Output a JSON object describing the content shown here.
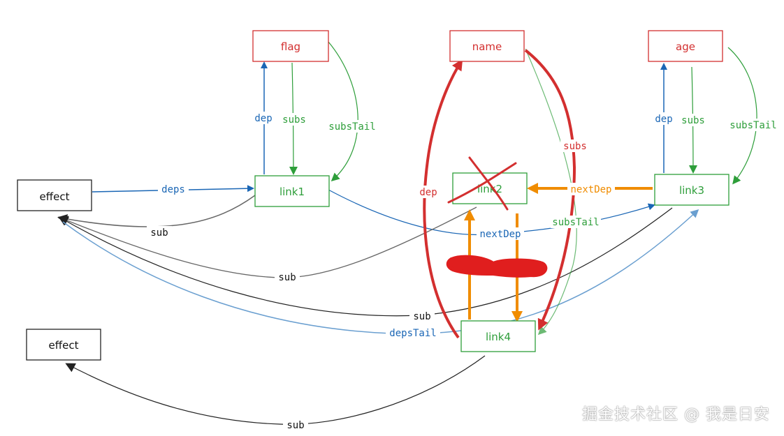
{
  "colors": {
    "red": "#d32f2f",
    "green": "#2e9e3a",
    "blue": "#1a66b5",
    "orange": "#f08c00",
    "black": "#222222",
    "gray": "#666666",
    "lightblue": "#6a9fd0"
  },
  "nodes": {
    "flag": "flag",
    "name": "name",
    "age": "age",
    "effect_top": "effect",
    "effect_bottom": "effect",
    "link1": "link1",
    "link2": "link2",
    "link3": "link3",
    "link4": "link4"
  },
  "edge_labels": {
    "deps": "deps",
    "dep_link1": "dep",
    "subs_flag": "subs",
    "subsTail_flag": "subsTail",
    "dep_link3": "dep",
    "subs_age": "subs",
    "subsTail_age": "subsTail",
    "sub_link1": "sub",
    "sub_link2": "sub",
    "sub_link3": "sub",
    "nextDep_link1": "nextDep",
    "nextDep_link3": "nextDep",
    "dep_link4": "dep",
    "subs_name": "subs",
    "subsTail_name": "subsTail",
    "depsTail": "depsTail",
    "sub_link4": "sub"
  },
  "watermark": "掘金技术社区 @ 我是日安"
}
